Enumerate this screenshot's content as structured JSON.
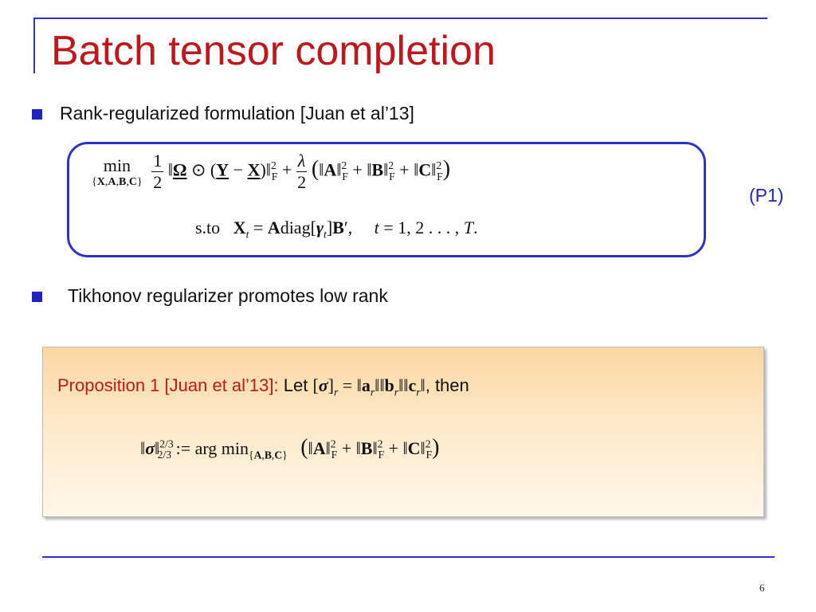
{
  "slide": {
    "title": "Batch tensor completion",
    "bullets": [
      "Rank-regularized formulation [Juan et al’13]",
      "Tikhonov regularizer promotes low rank"
    ],
    "formula_tag": "(P1)",
    "proposition": {
      "label": "Proposition 1 [Juan et al’13]:",
      "let": " Let ",
      "then": ", then"
    },
    "page_number": "6"
  },
  "colors": {
    "title": "#c0171b",
    "accent_blue": "#2b34c4",
    "bullet": "#1f24c0",
    "prop_bg_top": "#fbd7a2",
    "prop_bg_bottom": "#fff7ea"
  }
}
